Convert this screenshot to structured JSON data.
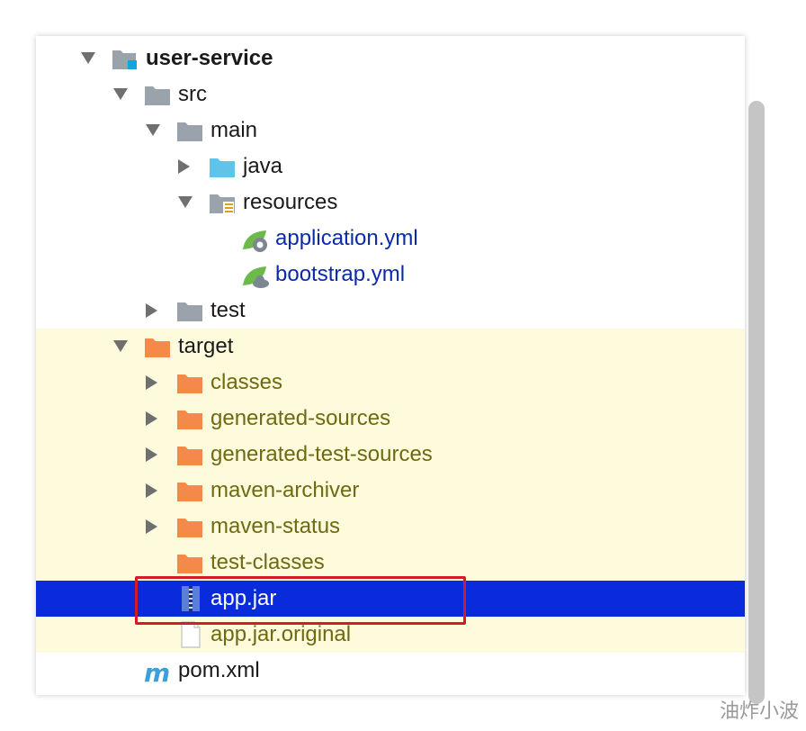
{
  "tree": {
    "items": [
      {
        "label": "user-service",
        "icon": "module-folder-icon",
        "expanded": true,
        "arrow": "down",
        "style": "bold"
      },
      {
        "label": "src",
        "icon": "folder-icon",
        "expanded": true,
        "arrow": "down",
        "style": "normal"
      },
      {
        "label": "main",
        "icon": "folder-icon",
        "expanded": true,
        "arrow": "down",
        "style": "normal"
      },
      {
        "label": "java",
        "icon": "source-folder-icon",
        "expanded": false,
        "arrow": "right",
        "style": "normal"
      },
      {
        "label": "resources",
        "icon": "resources-folder-icon",
        "expanded": true,
        "arrow": "down",
        "style": "normal"
      },
      {
        "label": "application.yml",
        "icon": "spring-config-icon",
        "arrow": "none",
        "style": "blue"
      },
      {
        "label": "bootstrap.yml",
        "icon": "spring-cloud-config-icon",
        "arrow": "none",
        "style": "blue"
      },
      {
        "label": "test",
        "icon": "folder-icon",
        "expanded": false,
        "arrow": "right",
        "style": "normal"
      },
      {
        "label": "target",
        "icon": "excluded-folder-icon",
        "expanded": true,
        "arrow": "down",
        "style": "normal"
      },
      {
        "label": "classes",
        "icon": "excluded-folder-icon",
        "expanded": false,
        "arrow": "right",
        "style": "olive"
      },
      {
        "label": "generated-sources",
        "icon": "excluded-folder-icon",
        "expanded": false,
        "arrow": "right",
        "style": "olive"
      },
      {
        "label": "generated-test-sources",
        "icon": "excluded-folder-icon",
        "expanded": false,
        "arrow": "right",
        "style": "olive"
      },
      {
        "label": "maven-archiver",
        "icon": "excluded-folder-icon",
        "expanded": false,
        "arrow": "right",
        "style": "olive"
      },
      {
        "label": "maven-status",
        "icon": "excluded-folder-icon",
        "expanded": false,
        "arrow": "right",
        "style": "olive"
      },
      {
        "label": "test-classes",
        "icon": "excluded-folder-icon",
        "arrow": "none",
        "style": "olive"
      },
      {
        "label": "app.jar",
        "icon": "jar-archive-icon",
        "arrow": "none",
        "style": "white",
        "selected": true
      },
      {
        "label": "app.jar.original",
        "icon": "file-icon",
        "arrow": "none",
        "style": "olive"
      },
      {
        "label": "pom.xml",
        "icon": "maven-icon",
        "arrow": "none",
        "style": "normal"
      }
    ]
  },
  "watermark": "油炸小波",
  "colors": {
    "selection": "#0a2bdb",
    "target_highlight": "#fdfbdb",
    "annotation_box": "#d21c2a",
    "folder_gray": "#9aa3ab",
    "source_folder": "#5fc4e8",
    "excluded_folder": "#f5894a",
    "file_blue": "#0b2aa8",
    "file_olive": "#6e6a12"
  }
}
